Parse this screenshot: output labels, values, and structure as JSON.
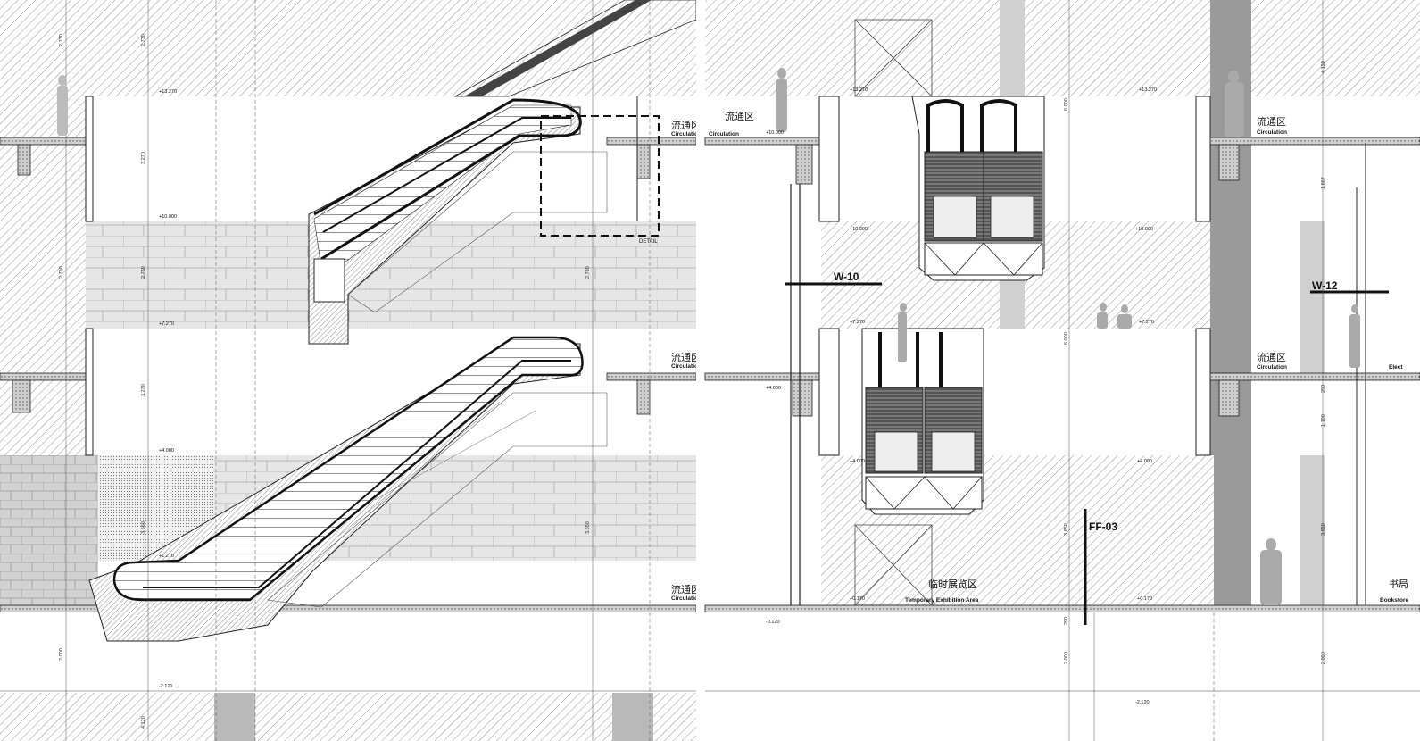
{
  "drawing": {
    "left_panel": {
      "detail_label": "DETAIL",
      "zones": [
        {
          "cn": "流通区",
          "en": "Circulation"
        },
        {
          "cn": "流通区",
          "en": "Circulation"
        },
        {
          "cn": "流通区",
          "en": "Circulation"
        }
      ],
      "levels": [
        "+13.270",
        "+10.000",
        "+7.270",
        "+4.000",
        "+1.270",
        "-2.121"
      ],
      "dimensions": [
        "2.730",
        "2.730",
        "3.270",
        "2.730",
        "3.270",
        "2.730",
        "3.650",
        "2.000",
        "4.120",
        "3.650",
        "2.730"
      ]
    },
    "right_panel": {
      "tags": [
        "W-10",
        "W-12",
        "FF-03"
      ],
      "zones": [
        {
          "cn": "流通区",
          "en": "Circulation"
        },
        {
          "cn": "流通区",
          "en": "Circulation"
        },
        {
          "cn": "流通区",
          "en": "Circulation"
        },
        {
          "cn": "临时展览区",
          "en": "Temporary Exhibition Area"
        },
        {
          "cn": "书局",
          "en": "Bookstore"
        }
      ],
      "partial_label": "Elect",
      "levels": [
        "+13.270",
        "+13.270",
        "+10.000",
        "+10.000",
        "+10.000",
        "+7.270",
        "+7.270",
        "+4.000",
        "+4.000",
        "+4.000",
        "+0.170",
        "+0.170",
        "-0.120",
        "-2.120"
      ],
      "dimensions": [
        "4.130",
        "6.000",
        "1.867",
        "6.000",
        "3.650",
        "3.650",
        "2.000",
        "2.000",
        "1.100",
        "290",
        "290"
      ]
    }
  }
}
